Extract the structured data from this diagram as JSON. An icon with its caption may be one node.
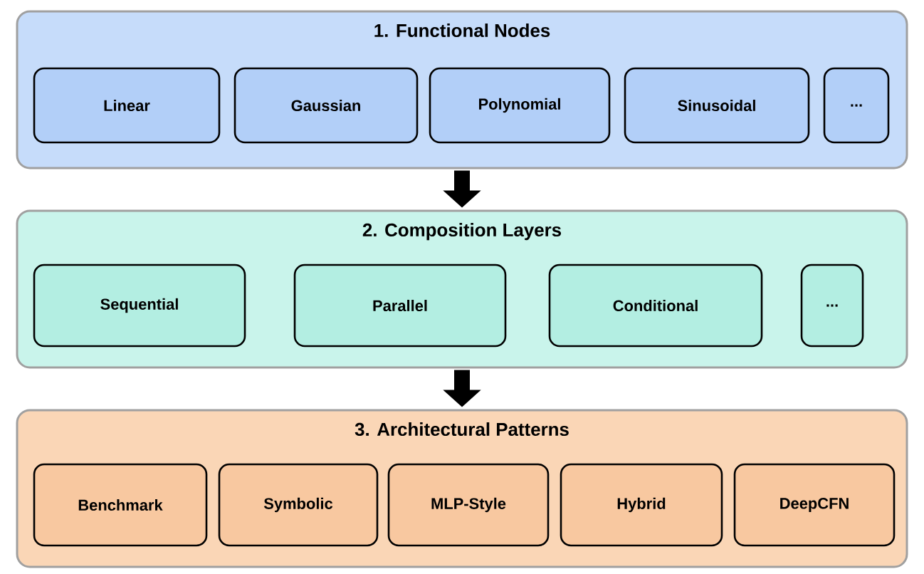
{
  "diagram": {
    "nodes": [
      {
        "text": [
          "1. Functional Nodes"
        ]
      },
      {
        "text": [
          "Linear"
        ],
        "in": 0
      },
      {
        "text": [
          "Gaussian"
        ],
        "in": 0
      },
      {
        "text": [
          "Polynomial"
        ],
        "in": 0
      },
      {
        "text": [
          "Sinusoidal"
        ],
        "in": 0
      },
      {
        "text": [
          "..."
        ],
        "in": 0
      },
      {
        "text": [
          "2. Composition Layers"
        ]
      },
      {
        "text": [
          "Sequential"
        ],
        "in": 6
      },
      {
        "text": [
          "Parallel"
        ],
        "in": 6
      },
      {
        "text": [
          "Conditional"
        ],
        "in": 6
      },
      {
        "text": [
          "..."
        ],
        "in": 6
      },
      {
        "text": [
          "3. Architectural Patterns"
        ]
      },
      {
        "text": [
          "Benchmark"
        ],
        "in": 11
      },
      {
        "text": [
          "Symbolic"
        ],
        "in": 11
      },
      {
        "text": [
          "MLP-Style"
        ],
        "in": 11
      },
      {
        "text": [
          "Hybrid"
        ],
        "in": 11
      },
      {
        "text": [
          "DeepCFN"
        ],
        "in": 11
      }
    ],
    "edges": [
      {
        "from": 0,
        "to": 6,
        "arrow": "to"
      },
      {
        "from": 6,
        "to": 11,
        "arrow": "to"
      }
    ]
  }
}
